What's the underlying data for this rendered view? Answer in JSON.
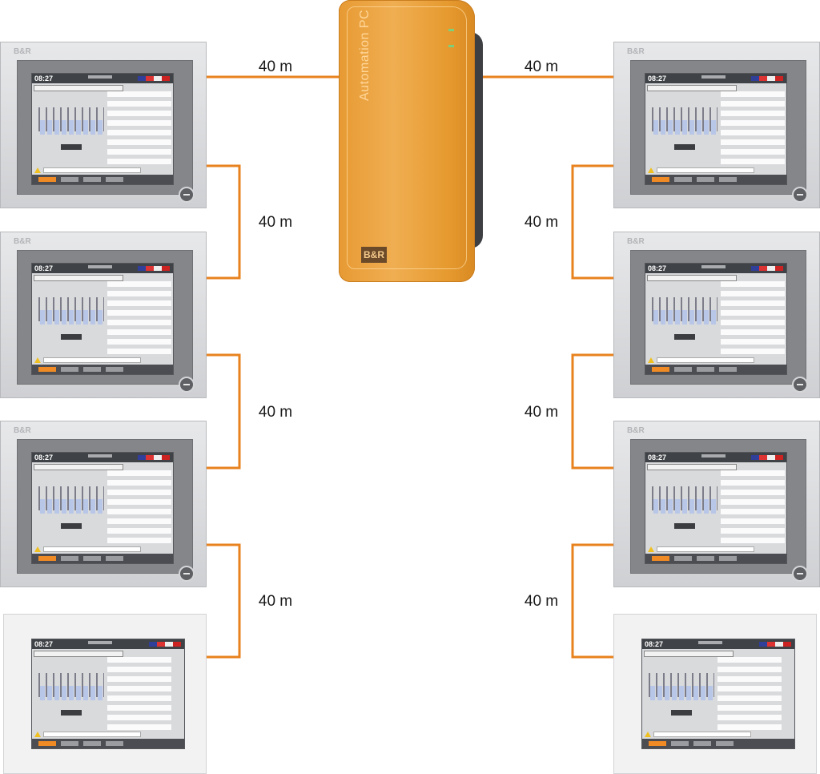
{
  "automation_pc": {
    "label": "Automation PC",
    "logo": "B&R",
    "body_color": "#e89a30",
    "leds": [
      "#7cd07b",
      "#7cd07b"
    ]
  },
  "cable_color": "#e8821e",
  "distances": [
    "40 m",
    "40 m",
    "40 m",
    "40 m",
    "40 m",
    "40 m",
    "40 m",
    "40 m"
  ],
  "panels": [
    {
      "brand": "B&R",
      "time": "08:27",
      "style": "grey"
    },
    {
      "brand": "B&R",
      "time": "08:27",
      "style": "grey"
    },
    {
      "brand": "B&R",
      "time": "08:27",
      "style": "grey"
    },
    {
      "brand": "",
      "time": "08:27",
      "style": "white"
    },
    {
      "brand": "B&R",
      "time": "08:27",
      "style": "grey"
    },
    {
      "brand": "B&R",
      "time": "08:27",
      "style": "grey"
    },
    {
      "brand": "B&R",
      "time": "08:27",
      "style": "grey"
    },
    {
      "brand": "",
      "time": "08:27",
      "style": "white"
    }
  ]
}
